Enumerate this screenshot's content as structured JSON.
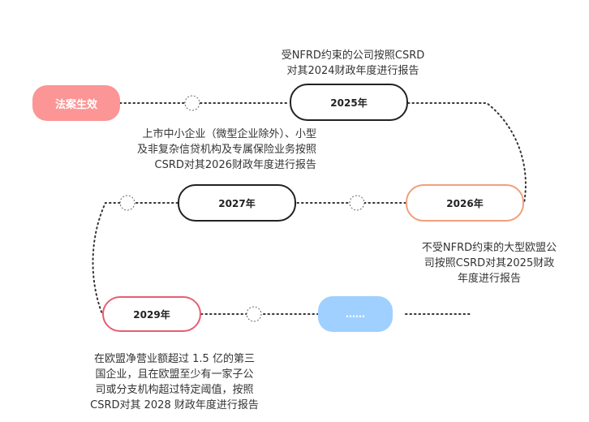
{
  "nodes": {
    "start": "法案生效",
    "y2025": "2025年",
    "y2026": "2026年",
    "y2027": "2027年",
    "y2029": "2029年",
    "more": "……"
  },
  "notes": {
    "y2025": [
      "受NFRD约束的公司按照CSRD",
      "对其2024财政年度进行报告"
    ],
    "y2027": [
      "上市中小企业（微型企业除外）、小型",
      "及非复杂信贷机构及专属保险业务按照",
      "CSRD对其2026财政年度进行报告"
    ],
    "y2026": [
      "不受NFRD约束的大型欧盟公",
      "司按照CSRD对其2025财政",
      "年度进行报告"
    ],
    "y2029": [
      "在欧盟净营业额超过 1.5 亿的第三",
      "国企业，且在欧盟至少有一家子公",
      "司或分支机构超过特定阈值，按照",
      "CSRD对其 2028 财政年度进行报告"
    ]
  },
  "colors": {
    "start_fill": "#fc9595",
    "y2026_border": "#f0a07c",
    "y2029_border": "#e85d74",
    "more_fill": "#9fd0ff",
    "dark_border": "#222222"
  }
}
